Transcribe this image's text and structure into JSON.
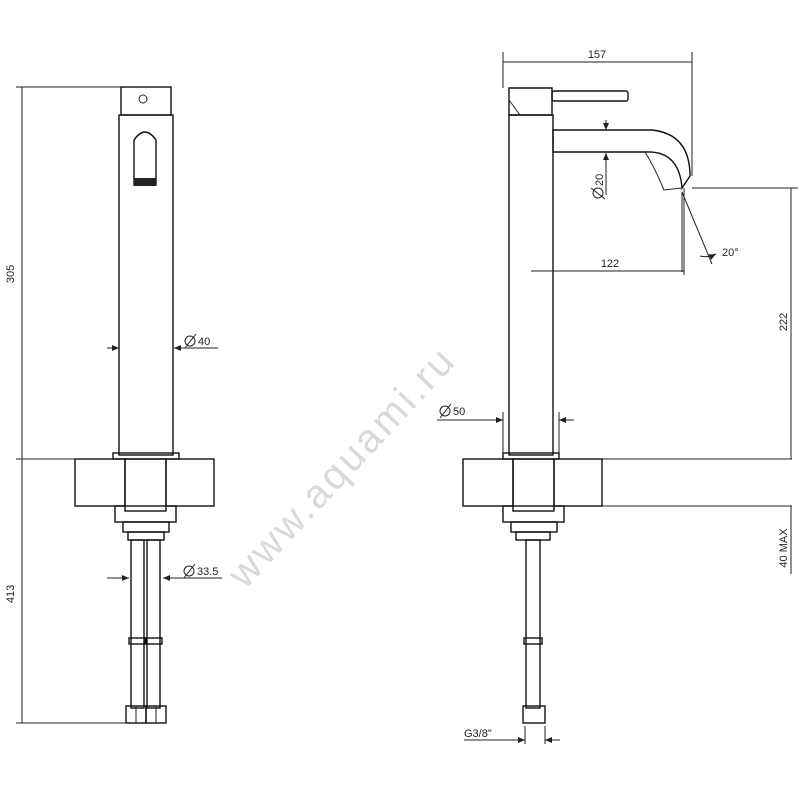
{
  "watermark": "www.aquami.ru",
  "colors": {
    "line": "#222222",
    "body": "#2a2a2a",
    "watermark": "#d9d9d9"
  },
  "front_view": {
    "total_height": "305",
    "below_deck_length": "413",
    "body_diameter": "40",
    "hose_diameter": "33.5"
  },
  "side_view": {
    "overall_width": "157",
    "spout_diameter": "20",
    "spout_reach": "122",
    "spout_angle": "20°",
    "spout_height": "222",
    "base_diameter": "50",
    "max_deck_thickness": "40 MAX",
    "thread": "G3/8\""
  }
}
